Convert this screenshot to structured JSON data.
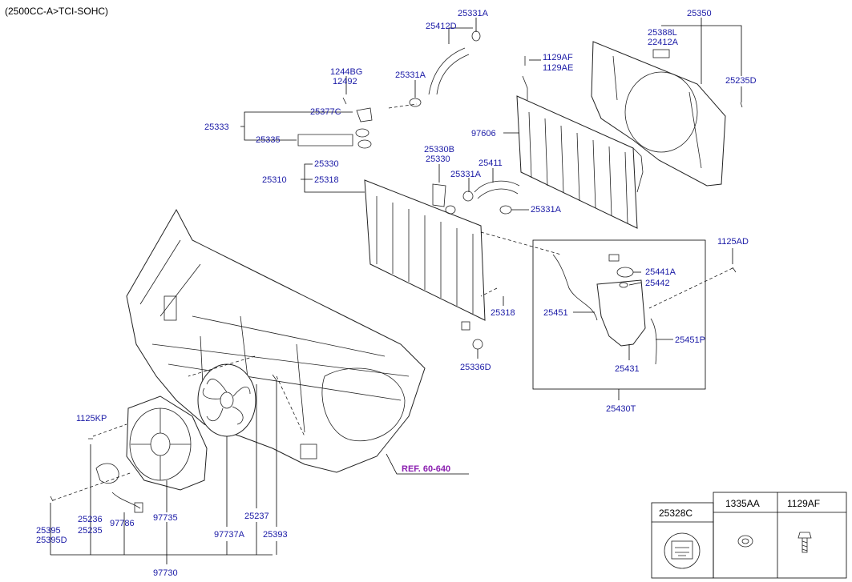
{
  "header": "(2500CC-A>TCI-SOHC)",
  "ref_label": "REF. 60-640",
  "colors": {
    "part_label": "#1a1aa6",
    "ref_label": "#8b1fb0",
    "line": "#000000"
  },
  "labels": [
    {
      "id": "25331A-top",
      "text": "25331A"
    },
    {
      "id": "25412D",
      "text": "25412D"
    },
    {
      "id": "25331A-left",
      "text": "25331A"
    },
    {
      "id": "1244BG",
      "text": "1244BG"
    },
    {
      "id": "12492",
      "text": "12492"
    },
    {
      "id": "25377C",
      "text": "25377C"
    },
    {
      "id": "25333",
      "text": "25333"
    },
    {
      "id": "25335",
      "text": "25335"
    },
    {
      "id": "25330",
      "text": "25330"
    },
    {
      "id": "25310",
      "text": "25310"
    },
    {
      "id": "25318-a",
      "text": "25318"
    },
    {
      "id": "25330B",
      "text": "25330B"
    },
    {
      "id": "25330-b",
      "text": "25330"
    },
    {
      "id": "25411",
      "text": "25411"
    },
    {
      "id": "25331A-mid",
      "text": "25331A"
    },
    {
      "id": "25331A-right",
      "text": "25331A"
    },
    {
      "id": "1129AF",
      "text": "1129AF"
    },
    {
      "id": "1129AE",
      "text": "1129AE"
    },
    {
      "id": "97606",
      "text": "97606"
    },
    {
      "id": "25350",
      "text": "25350"
    },
    {
      "id": "25388L",
      "text": "25388L"
    },
    {
      "id": "22412A",
      "text": "22412A"
    },
    {
      "id": "25235D",
      "text": "25235D"
    },
    {
      "id": "1125AD",
      "text": "1125AD"
    },
    {
      "id": "25441A",
      "text": "25441A"
    },
    {
      "id": "25442",
      "text": "25442"
    },
    {
      "id": "25451",
      "text": "25451"
    },
    {
      "id": "25451P",
      "text": "25451P"
    },
    {
      "id": "25318-b",
      "text": "25318"
    },
    {
      "id": "25431",
      "text": "25431"
    },
    {
      "id": "25336D",
      "text": "25336D"
    },
    {
      "id": "25430T",
      "text": "25430T"
    },
    {
      "id": "1125KP",
      "text": "1125KP"
    },
    {
      "id": "25236",
      "text": "25236"
    },
    {
      "id": "25235",
      "text": "25235"
    },
    {
      "id": "97786",
      "text": "97786"
    },
    {
      "id": "25395",
      "text": "25395"
    },
    {
      "id": "25395D",
      "text": "25395D"
    },
    {
      "id": "97735",
      "text": "97735"
    },
    {
      "id": "25237",
      "text": "25237"
    },
    {
      "id": "97737A",
      "text": "97737A"
    },
    {
      "id": "25393",
      "text": "25393"
    },
    {
      "id": "97730",
      "text": "97730"
    }
  ],
  "legend_table": {
    "headers": [
      "25328C",
      "1335AA",
      "1129AF"
    ]
  }
}
